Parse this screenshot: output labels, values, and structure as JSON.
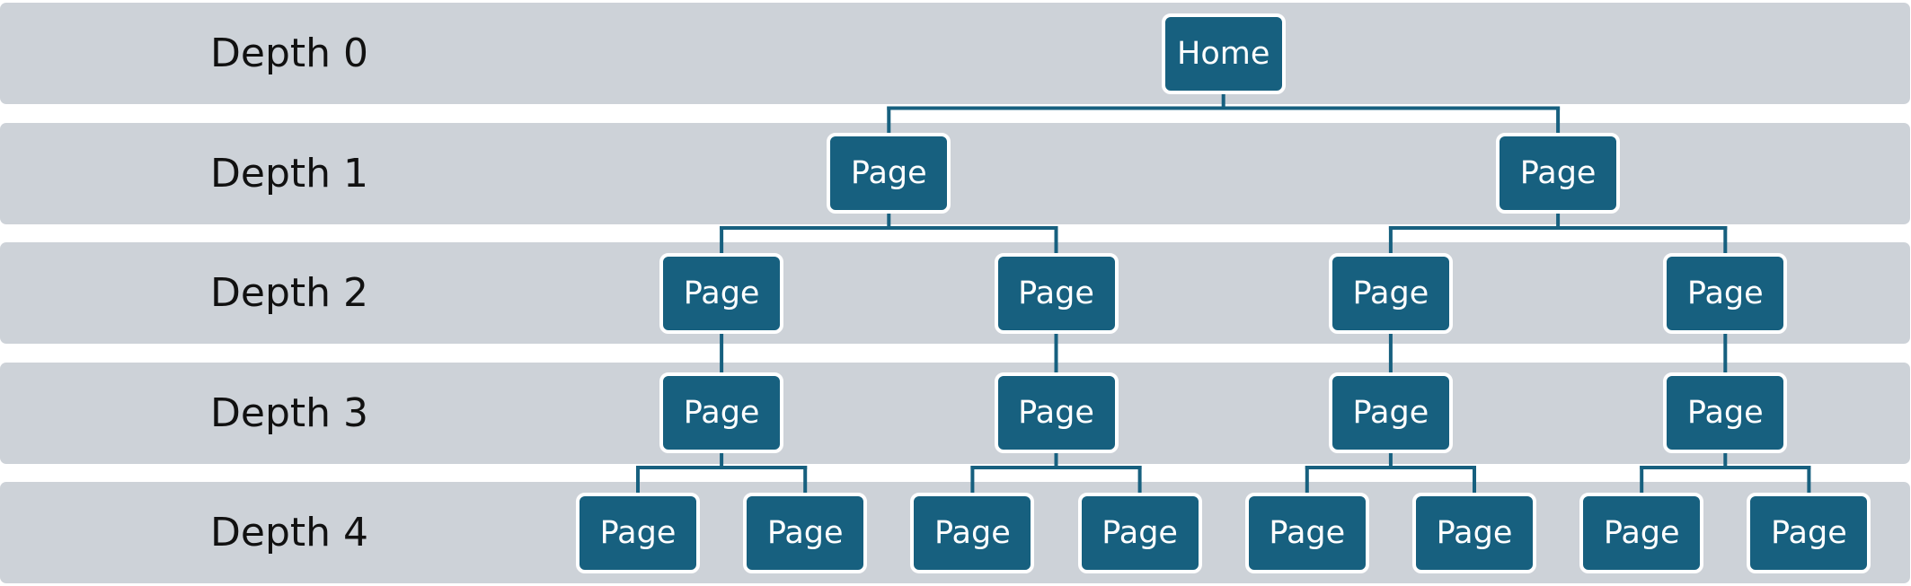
{
  "colors": {
    "band": "#cdd2d8",
    "node_fill": "#17607f",
    "node_border": "#ffffff",
    "connector": "#17607f"
  },
  "levels": [
    {
      "label": "Depth 0"
    },
    {
      "label": "Depth 1"
    },
    {
      "label": "Depth 2"
    },
    {
      "label": "Depth 3"
    },
    {
      "label": "Depth 4"
    }
  ],
  "tree": {
    "label": "Home",
    "children": [
      {
        "label": "Page",
        "children": [
          {
            "label": "Page",
            "children": [
              {
                "label": "Page",
                "children": [
                  {
                    "label": "Page"
                  },
                  {
                    "label": "Page"
                  }
                ]
              }
            ]
          },
          {
            "label": "Page",
            "children": [
              {
                "label": "Page",
                "children": [
                  {
                    "label": "Page"
                  },
                  {
                    "label": "Page"
                  }
                ]
              }
            ]
          }
        ]
      },
      {
        "label": "Page",
        "children": [
          {
            "label": "Page",
            "children": [
              {
                "label": "Page",
                "children": [
                  {
                    "label": "Page"
                  },
                  {
                    "label": "Page"
                  }
                ]
              }
            ]
          },
          {
            "label": "Page",
            "children": [
              {
                "label": "Page",
                "children": [
                  {
                    "label": "Page"
                  },
                  {
                    "label": "Page"
                  }
                ]
              }
            ]
          }
        ]
      }
    ]
  }
}
